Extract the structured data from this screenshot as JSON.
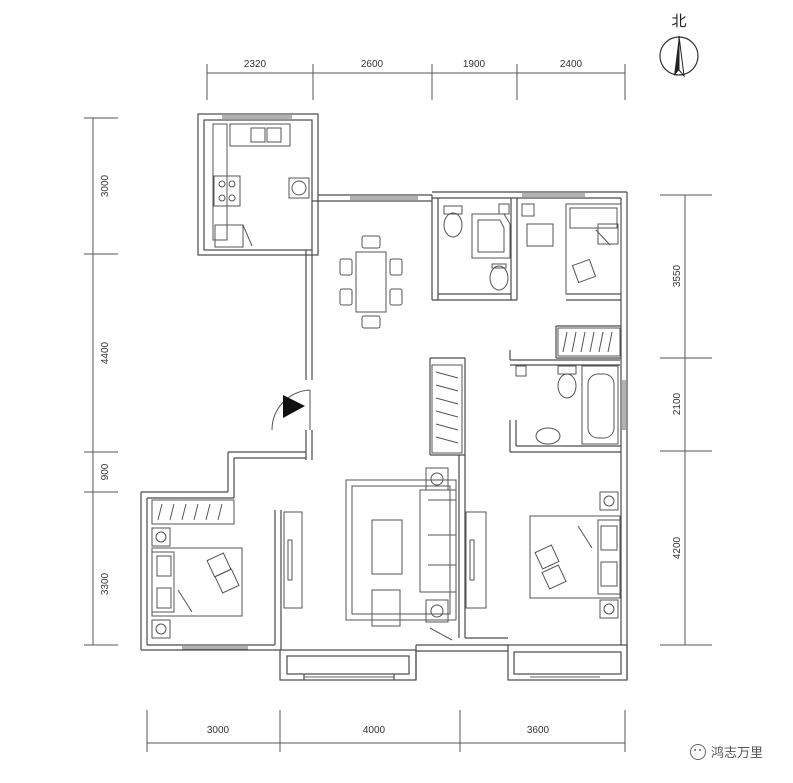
{
  "compass": {
    "label": "北",
    "icon": "north-arrow-icon"
  },
  "dimensions": {
    "top": [
      "2320",
      "2600",
      "1900",
      "2400"
    ],
    "left": [
      "3000",
      "4400",
      "900",
      "3300"
    ],
    "right": [
      "3550",
      "2100",
      "4200"
    ],
    "bottom": [
      "3000",
      "4000",
      "3600"
    ]
  },
  "watermark": {
    "text": "鸿志万里",
    "icon": "wechat-icon"
  },
  "colors": {
    "line": "#555555",
    "wall": "#4a4a4a",
    "entry_arrow": "#111111"
  }
}
